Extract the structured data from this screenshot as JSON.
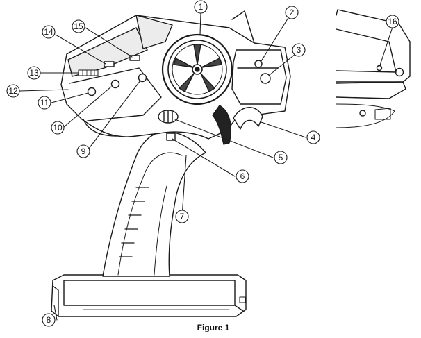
{
  "figure": {
    "caption": "Figure 1",
    "callouts": [
      "1",
      "2",
      "3",
      "4",
      "5",
      "6",
      "7",
      "8",
      "9",
      "10",
      "11",
      "12",
      "13",
      "14",
      "15",
      "16"
    ]
  },
  "colors": {
    "line": "#1a1a1a",
    "shade": "#d9d9d9",
    "body": "#ffffff"
  }
}
